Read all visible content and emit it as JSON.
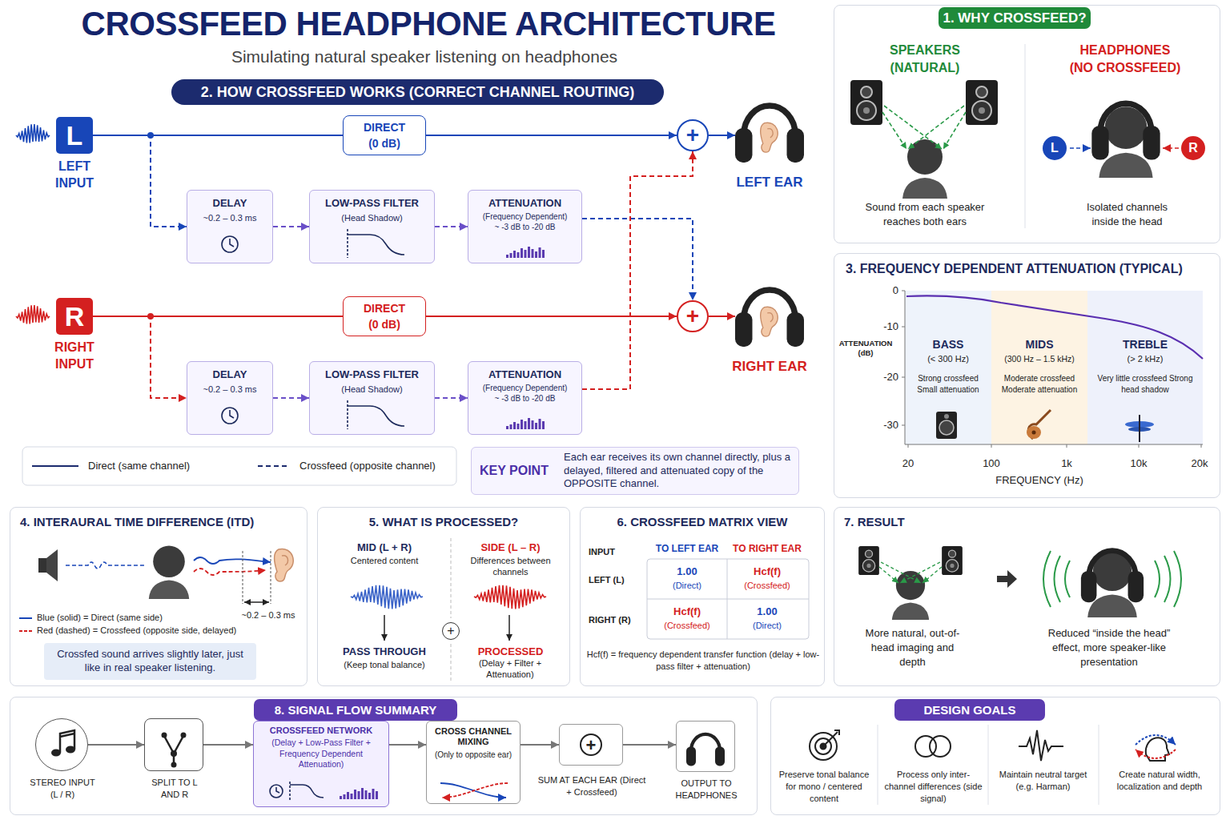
{
  "diagram": {
    "title": "CROSSFEED HEADPHONE ARCHITECTURE",
    "nodes": [
      {
        "text": [
          "L",
          "LEFT INPUT"
        ]
      },
      {
        "text": [
          "DIRECT",
          "(0 dB)"
        ]
      },
      {
        "text": [
          "DELAY",
          "~0.2 – 0.3 ms"
        ]
      },
      {
        "text": [
          "LOW-PASS FILTER",
          "(Head Shadow)"
        ]
      },
      {
        "text": [
          "ATTENUATION",
          "(Frequency Dependent)",
          "~ -3 dB to -20 dB"
        ]
      },
      {
        "text": [
          "+"
        ]
      },
      {
        "text": [
          "LEFT EAR"
        ]
      },
      {
        "text": [
          "R",
          "RIGHT INPUT"
        ]
      },
      {
        "text": [
          "DIRECT",
          "(0 dB)"
        ]
      },
      {
        "text": [
          "DELAY",
          "~0.2 – 0.3 ms"
        ]
      },
      {
        "text": [
          "LOW-PASS FILTER",
          "(Head Shadow)"
        ]
      },
      {
        "text": [
          "ATTENUATION",
          "(Frequency Dependent)",
          "~ -3 dB to -20 dB"
        ]
      },
      {
        "text": [
          "+"
        ]
      },
      {
        "text": [
          "RIGHT EAR"
        ]
      },
      {
        "text": [
          "KEY POINT",
          "Each ear receives its own channel directly, plus a delayed, filtered and attenuated copy of the OPPOSITE channel."
        ]
      },
      {
        "text": [
          "1. WHY CROSSFEED?"
        ]
      },
      {
        "text": [
          "3. FREQUENCY DEPENDENT ATTENUATION (TYPICAL)"
        ]
      },
      {
        "text": [
          "4. INTERAURAL TIME DIFFERENCE (ITD)"
        ]
      },
      {
        "text": [
          "Crossfed sound arrives slightly later, just like in real speaker listening."
        ],
        "in": 17
      },
      {
        "text": [
          "5. WHAT IS PROCESSED?"
        ]
      },
      {
        "text": [
          "6. CROSSFEED MATRIX VIEW"
        ]
      },
      {
        "text": [
          "7. RESULT"
        ]
      },
      {
        "text": [
          "8. SIGNAL FLOW SUMMARY"
        ]
      },
      {
        "text": [
          "STEREO INPUT (L / R)"
        ],
        "in": 22
      },
      {
        "text": [
          "SPLIT TO L AND R"
        ],
        "in": 22
      },
      {
        "text": [
          "CROSSFEED NETWORK",
          "(Delay + Low-Pass Filter + Frequency Dependent Attenuation)"
        ],
        "in": 22
      },
      {
        "text": [
          "CROSS CHANNEL MIXING",
          "(Only to opposite ear)"
        ],
        "in": 22
      },
      {
        "text": [
          "+",
          "SUM AT EACH EAR (Direct + Crossfeed)"
        ],
        "in": 22
      },
      {
        "text": [
          "OUTPUT TO HEADPHONES"
        ],
        "in": 22
      },
      {
        "text": [
          "DESIGN GOALS"
        ]
      }
    ],
    "edges": [
      {
        "from": 0,
        "to": 1,
        "arrow": "none"
      },
      {
        "from": 1,
        "to": 5,
        "arrow": "to"
      },
      {
        "from": 5,
        "to": 6,
        "arrow": "to"
      },
      {
        "from": 0,
        "to": 2,
        "arrow": "to"
      },
      {
        "from": 2,
        "to": 3,
        "arrow": "to"
      },
      {
        "from": 3,
        "to": 4,
        "arrow": "to"
      },
      {
        "from": 4,
        "to": 12,
        "arrow": "to"
      },
      {
        "from": 11,
        "to": 5,
        "arrow": "to"
      },
      {
        "from": 7,
        "to": 8,
        "arrow": "none"
      },
      {
        "from": 8,
        "to": 12,
        "arrow": "to"
      },
      {
        "from": 12,
        "to": 13,
        "arrow": "to"
      },
      {
        "from": 7,
        "to": 9,
        "arrow": "to"
      },
      {
        "from": 9,
        "to": 10,
        "arrow": "to"
      },
      {
        "from": 10,
        "to": 11,
        "arrow": "to"
      },
      {
        "from": 23,
        "to": 24,
        "arrow": "to"
      },
      {
        "from": 24,
        "to": 25,
        "arrow": "to"
      },
      {
        "from": 25,
        "to": 26,
        "arrow": "to"
      },
      {
        "from": 26,
        "to": 27,
        "arrow": "to"
      },
      {
        "from": 27,
        "to": 28,
        "arrow": "to"
      }
    ],
    "labels": [
      "Simulating natural speaker listening on headphones",
      "2. HOW CROSSFEED WORKS (CORRECT CHANNEL ROUTING)",
      "SPEAKERS (NATURAL)",
      "HEADPHONES (NO CROSSFEED)",
      "Sound from each speaker reaches both ears",
      "Isolated channels inside the head",
      "L",
      "R",
      "0",
      "-10",
      "-20",
      "-30",
      "ATTENUATION (dB)",
      "BASS",
      "(< 300 Hz)",
      "Strong crossfeed Small attenuation",
      "MIDS",
      "(300 Hz – 1.5 kHz)",
      "Moderate crossfeed Moderate attenuation",
      "TREBLE",
      "(> 2 kHz)",
      "Very little crossfeed Strong head shadow",
      "20",
      "100",
      "1k",
      "10k",
      "20k",
      "FREQUENCY (Hz)",
      "Blue (solid) = Direct (same side)",
      "Red (dashed) = Crossfeed (opposite side, delayed)",
      "~0.2 – 0.3 ms",
      "MID (L + R)",
      "Centered content",
      "SIDE (L – R)",
      "Differences between channels",
      "PASS THROUGH",
      "(Keep tonal balance)",
      "PROCESSED",
      "(Delay + Filter + Attenuation)",
      "+",
      "INPUT",
      "TO LEFT EAR",
      "TO RIGHT EAR",
      "LEFT (L)",
      "1.00",
      "(Direct)",
      "Hcf(f)",
      "(Crossfeed)",
      "RIGHT (R)",
      "Hcf(f)",
      "(Crossfeed)",
      "1.00",
      "(Direct)",
      "Hcf(f) = frequency dependent transfer function (delay + low-pass filter + attenuation)",
      "More natural, out-of-head imaging and depth",
      "Reduced “inside the head” effect, more speaker-like presentation",
      "Preserve tonal balance for mono / centered content",
      "Process only inter-channel differences (side signal)",
      "Maintain neutral target (e.g. Harman)",
      "Create natural width, localization and depth"
    ],
    "legend": [
      {
        "text": "Direct (same channel)"
      },
      {
        "text": "Crossfeed (opposite channel)"
      }
    ]
  }
}
